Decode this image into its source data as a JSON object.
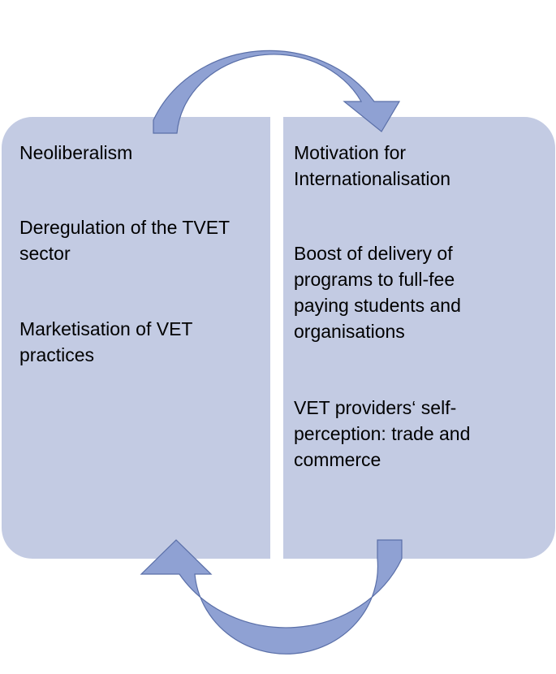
{
  "left_panel": {
    "items": [
      "Neoliberalism",
      "Deregulation of the TVET sector",
      "Marketisation of VET practices"
    ]
  },
  "right_panel": {
    "items": [
      "Motivation for Internationalisation",
      "Boost of delivery of programs to full-fee paying students and organisations",
      "VET providers‘ self-perception: trade and commerce"
    ]
  },
  "colors": {
    "panel_fill": "#c3cbe3",
    "arrow_fill": "#8fa1d3",
    "arrow_stroke": "#5a6fa8"
  }
}
